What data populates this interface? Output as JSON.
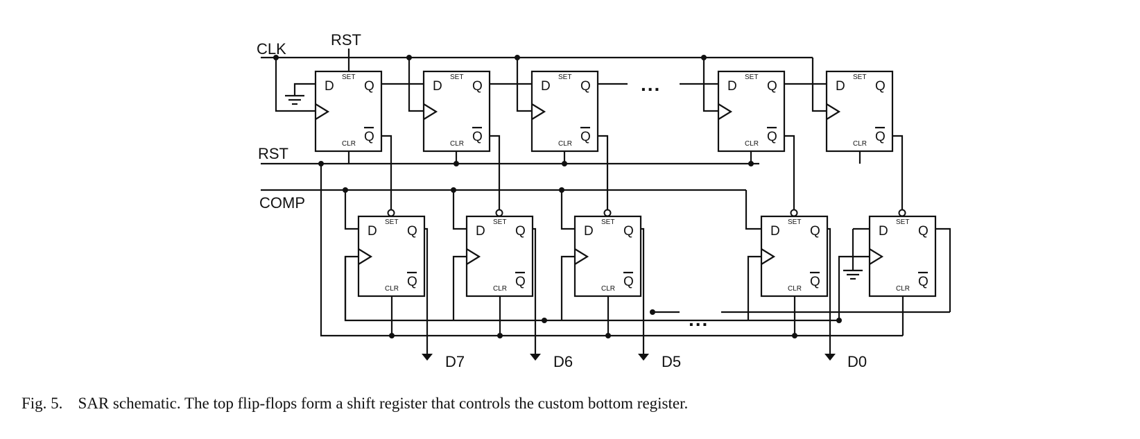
{
  "diagram": {
    "signals": {
      "clk": "CLK",
      "rst_top": "RST",
      "rst": "RST",
      "comp": "COMP"
    },
    "ff_pins": {
      "d": "D",
      "q": "Q",
      "qbar": "Q",
      "set": "SET",
      "clr": "CLR"
    },
    "ellipsis": "...",
    "outputs": [
      "D7",
      "D6",
      "D5",
      "D0"
    ]
  },
  "caption": {
    "number": "Fig. 5.",
    "text": "SAR schematic. The top flip-flops form a shift register that controls the custom bottom register."
  }
}
